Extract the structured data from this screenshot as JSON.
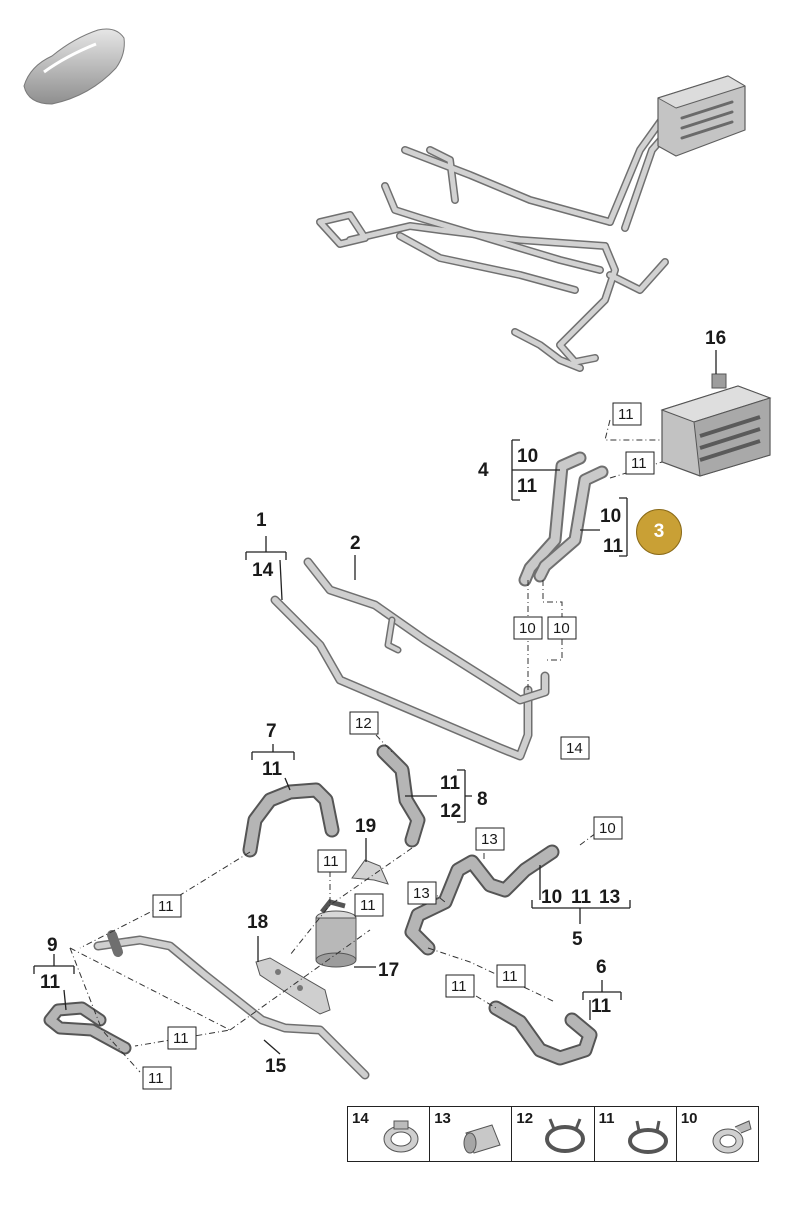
{
  "callout": "3",
  "labels": {
    "p1": "1",
    "p2": "2",
    "p4": "4",
    "p5": "5",
    "p6": "6",
    "p7": "7",
    "p8": "8",
    "p9": "9",
    "p15": "15",
    "p16": "16",
    "p17": "17",
    "p18": "18",
    "p19": "19"
  },
  "part_groups": {
    "g1": [
      "14"
    ],
    "g4": [
      "10",
      "11"
    ],
    "g3": [
      "10",
      "11"
    ],
    "g7": [
      "11"
    ],
    "g8": [
      "11",
      "12"
    ],
    "g5": [
      "10",
      "11",
      "13"
    ],
    "g6": [
      "11"
    ],
    "g9": [
      "11"
    ]
  },
  "boxes": {
    "b11a": "11",
    "b11b": "11",
    "b10a": "10",
    "b10b": "10",
    "b14": "14",
    "b12": "12",
    "b10c": "10",
    "b13a": "13",
    "b13b": "13",
    "b11c": "11",
    "b11d": "11",
    "b11e": "11",
    "b11f": "11",
    "b11g": "11",
    "b11h": "11",
    "b11i": "11"
  },
  "legend": [
    {
      "num": "14",
      "icon": "hose-clamp-wide-icon"
    },
    {
      "num": "13",
      "icon": "hose-clamp-sleeve-icon"
    },
    {
      "num": "12",
      "icon": "spring-clamp-icon"
    },
    {
      "num": "11",
      "icon": "spring-clamp-icon"
    },
    {
      "num": "10",
      "icon": "clip-clamp-icon"
    }
  ],
  "colors": {
    "callout": "#c9a035",
    "pipe": "#b9b9b9",
    "pipe_edge": "#6f6f6f"
  }
}
